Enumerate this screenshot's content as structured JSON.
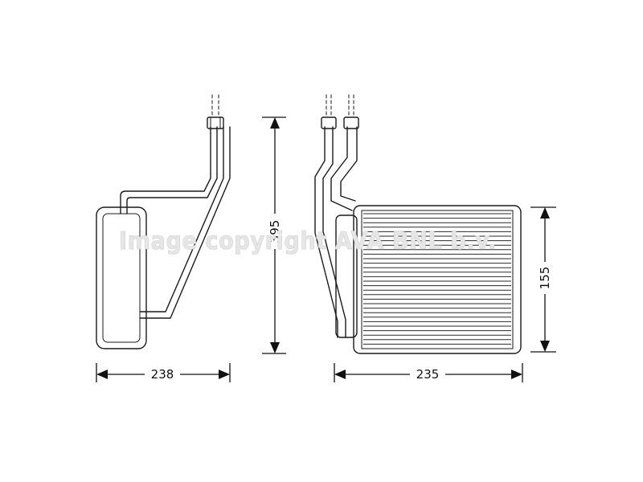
{
  "dimensions": {
    "side_width": "238",
    "core_width": "235",
    "total_height": "395",
    "core_height": "155"
  },
  "watermark": "Image copyright AVA BNL b.v."
}
